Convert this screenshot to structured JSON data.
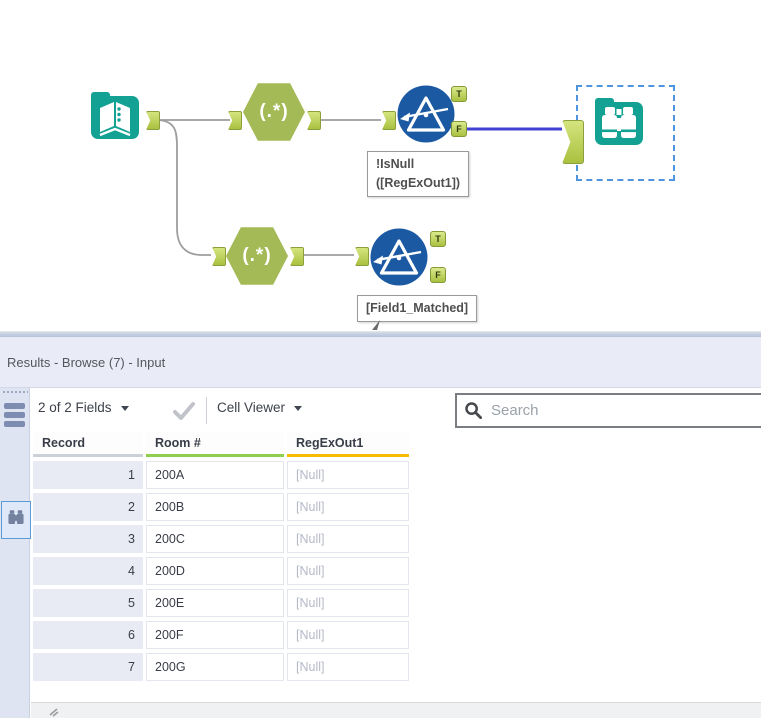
{
  "workflow": {
    "regex_label": "(.*)",
    "filter_true_label": "T",
    "filter_false_label": "F",
    "annotation_filter1": {
      "line1": "!IsNull",
      "line2": "([RegExOut1])"
    },
    "annotation_filter2": "[Field1_Matched]"
  },
  "results_pane": {
    "title": "Results - Browse (7) - Input",
    "toolbar": {
      "fields_dropdown_label": "2 of 2 Fields",
      "cell_viewer_label": "Cell Viewer",
      "search_placeholder": "Search"
    },
    "table": {
      "columns": [
        "Record",
        "Room #",
        "RegExOut1"
      ],
      "rows": [
        {
          "record": "1",
          "room": "200A",
          "regexout1": "[Null]"
        },
        {
          "record": "2",
          "room": "200B",
          "regexout1": "[Null]"
        },
        {
          "record": "3",
          "room": "200C",
          "regexout1": "[Null]"
        },
        {
          "record": "4",
          "room": "200D",
          "regexout1": "[Null]"
        },
        {
          "record": "5",
          "room": "200E",
          "regexout1": "[Null]"
        },
        {
          "record": "6",
          "room": "200F",
          "regexout1": "[Null]"
        },
        {
          "record": "7",
          "room": "200G",
          "regexout1": "[Null]"
        }
      ]
    }
  },
  "colors": {
    "tool_teal": "#12a192",
    "tool_olive": "#a4ba56",
    "tool_blue": "#1b59a3",
    "anchor_green": "#b9cf55",
    "wire_gray": "#9d9d9d",
    "wire_selected": "#4340d6",
    "selection_dash_blue": "#4f94de",
    "accent_room_column": "#8ed04d",
    "accent_regexout_column": "#f7bc02"
  }
}
